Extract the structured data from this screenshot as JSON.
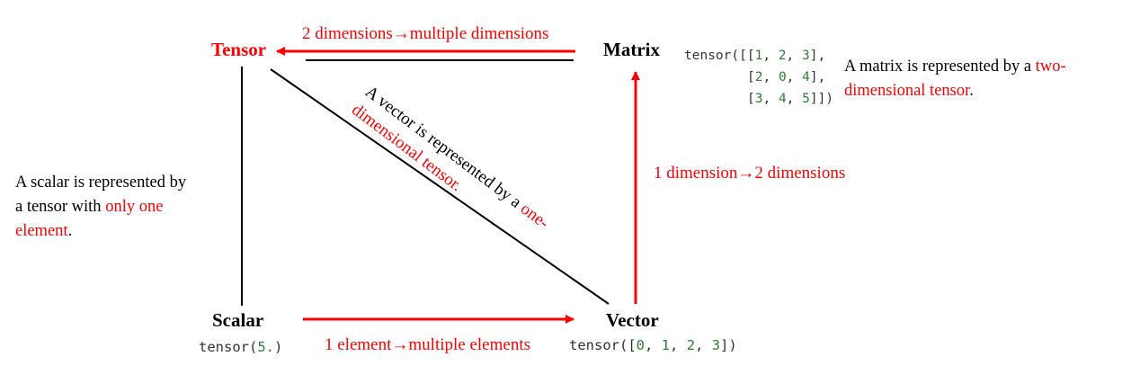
{
  "nodes": {
    "tensor": "Tensor",
    "matrix": "Matrix",
    "scalar": "Scalar",
    "vector": "Vector"
  },
  "edges": {
    "matrix_to_tensor": "2 dimensions→multiple dimensions",
    "vector_to_matrix": "1 dimension→2 dimensions",
    "scalar_to_vector": "1 element→multiple elements"
  },
  "code": {
    "scalar": {
      "prefix": "tensor(",
      "value": "5.",
      "suffix": ")"
    },
    "vector": {
      "prefix": "tensor([",
      "items": [
        "0",
        "1",
        "2",
        "3"
      ],
      "suffix": "])"
    },
    "matrix": {
      "rows": [
        {
          "open": "tensor([[",
          "items": [
            "1",
            "2",
            "3"
          ],
          "close": "],"
        },
        {
          "open": "[",
          "items": [
            "2",
            "0",
            "4"
          ],
          "close": "],"
        },
        {
          "open": "[",
          "items": [
            "3",
            "4",
            "5"
          ],
          "close": "]])"
        }
      ]
    }
  },
  "notes": {
    "scalar": {
      "line1": "A scalar is represented by",
      "line2_black": "a tensor with ",
      "line2_red": "only one",
      "line3_red": "element",
      "line3_end": "."
    },
    "matrix": {
      "line1_black": "A matrix is represented by a ",
      "line1_red": "two-",
      "line2_red": "dimensional tensor",
      "line2_end": "."
    },
    "vector": {
      "line1_black": "A vector is represented by a ",
      "line1_red": "one-",
      "line2_red": "dimensional tensor."
    }
  },
  "colors": {
    "accent": "#ff0000",
    "line": "#000000",
    "number": "#2e7d32"
  }
}
